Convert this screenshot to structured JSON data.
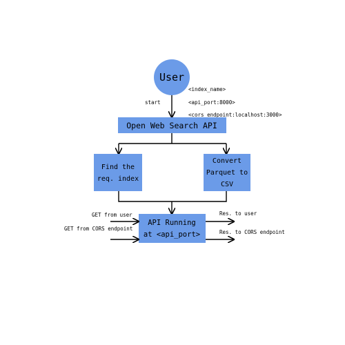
{
  "colors": {
    "node_fill": "#6b9be8",
    "edge": "#000000",
    "background": "#ffffff"
  },
  "nodes": {
    "user": {
      "label": "User"
    },
    "search_api": {
      "label": "Open Web Search API"
    },
    "find_index": {
      "label_line1": "Find the",
      "label_line2": "req. index"
    },
    "convert": {
      "label_line1": "Convert",
      "label_line2": "Parquet to",
      "label_line3": "CSV"
    },
    "api_running": {
      "label_line1": "API Running",
      "label_line2": "at <api_port>"
    }
  },
  "edge_labels": {
    "start": "start",
    "index_name": "<index_name>",
    "api_port": "<api_port:8000>",
    "cors_endpoint": "<cors_endpoint:localhost:3000>",
    "get_from_user": "GET from user",
    "get_from_cors": "GET from CORS endpoint",
    "res_to_user": "Res. to user",
    "res_to_cors": "Res. to CORS endpoint"
  }
}
